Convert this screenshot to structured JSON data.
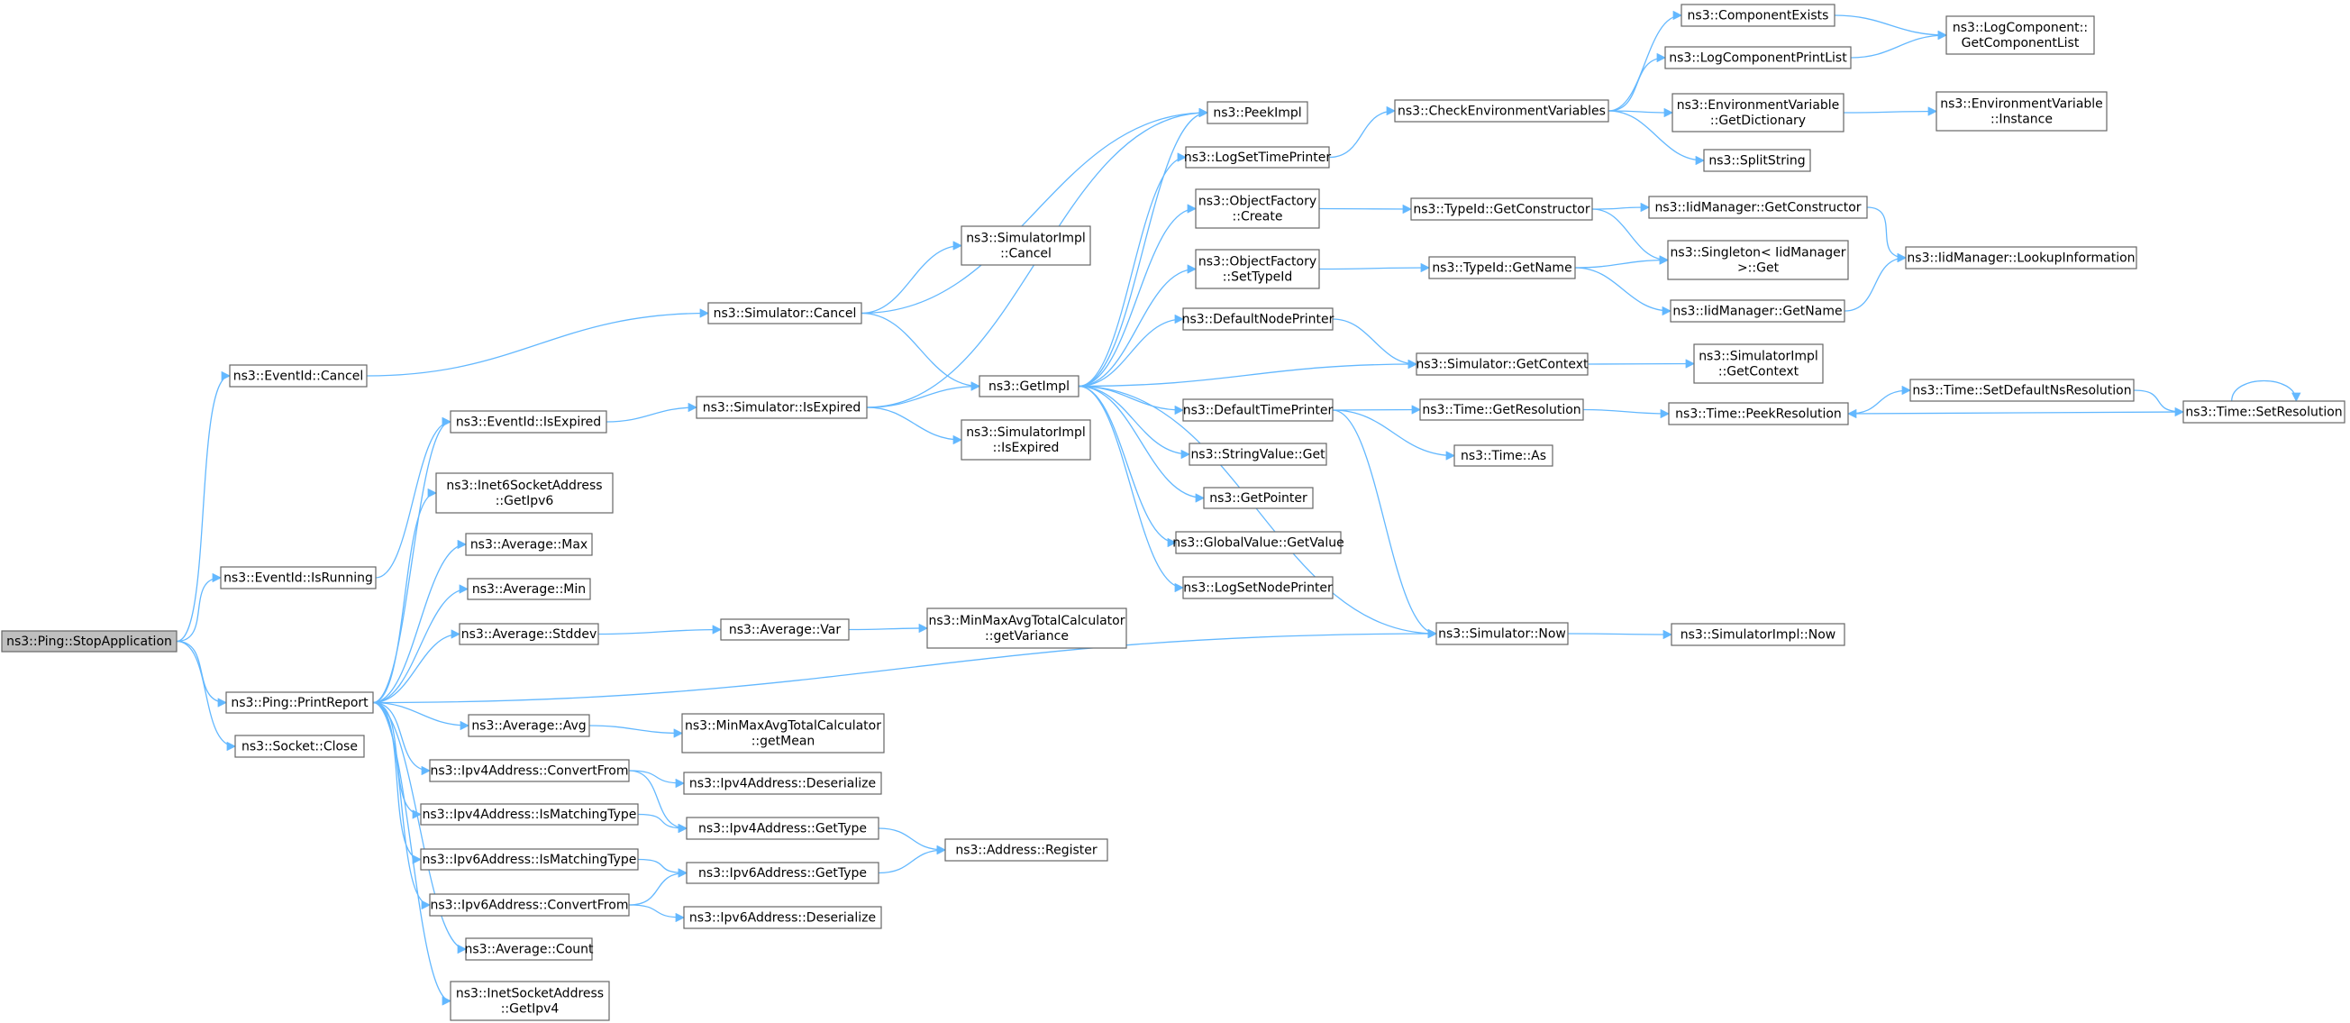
{
  "diagram": {
    "nodes": {
      "stopapp": {
        "lines": [
          "ns3::Ping::StopApplication"
        ],
        "root": true
      },
      "evcancel": {
        "lines": [
          "ns3::EventId::Cancel"
        ]
      },
      "evisrunning": {
        "lines": [
          "ns3::EventId::IsRunning"
        ]
      },
      "printreport": {
        "lines": [
          "ns3::Ping::PrintReport"
        ]
      },
      "sockclose": {
        "lines": [
          "ns3::Socket::Close"
        ]
      },
      "simcancel": {
        "lines": [
          "ns3::Simulator::Cancel"
        ]
      },
      "evisexpired": {
        "lines": [
          "ns3::EventId::IsExpired"
        ]
      },
      "inet6getipv6": {
        "lines": [
          "ns3::Inet6SocketAddress",
          "::GetIpv6"
        ]
      },
      "avgmax": {
        "lines": [
          "ns3::Average::Max"
        ]
      },
      "avgmin": {
        "lines": [
          "ns3::Average::Min"
        ]
      },
      "avgstddev": {
        "lines": [
          "ns3::Average::Stddev"
        ]
      },
      "avgavg": {
        "lines": [
          "ns3::Average::Avg"
        ]
      },
      "ipv4convert": {
        "lines": [
          "ns3::Ipv4Address::ConvertFrom"
        ]
      },
      "ipv4matching": {
        "lines": [
          "ns3::Ipv4Address::IsMatchingType"
        ]
      },
      "ipv6matching": {
        "lines": [
          "ns3::Ipv6Address::IsMatchingType"
        ]
      },
      "ipv6convert": {
        "lines": [
          "ns3::Ipv6Address::ConvertFrom"
        ]
      },
      "avgcount": {
        "lines": [
          "ns3::Average::Count"
        ]
      },
      "inetgetipv4": {
        "lines": [
          "ns3::InetSocketAddress",
          "::GetIpv4"
        ]
      },
      "simimplcancel": {
        "lines": [
          "ns3::SimulatorImpl",
          "::Cancel"
        ]
      },
      "simisexpired": {
        "lines": [
          "ns3::Simulator::IsExpired"
        ]
      },
      "avgvar": {
        "lines": [
          "ns3::Average::Var"
        ]
      },
      "minmaxgetmean": {
        "lines": [
          "ns3::MinMaxAvgTotalCalculator",
          "::getMean"
        ]
      },
      "ipv4deser": {
        "lines": [
          "ns3::Ipv4Address::Deserialize"
        ]
      },
      "ipv4gettype": {
        "lines": [
          "ns3::Ipv4Address::GetType"
        ]
      },
      "ipv6gettype": {
        "lines": [
          "ns3::Ipv6Address::GetType"
        ]
      },
      "ipv6deser": {
        "lines": [
          "ns3::Ipv6Address::Deserialize"
        ]
      },
      "getimpl": {
        "lines": [
          "ns3::GetImpl"
        ]
      },
      "simimplisexpired": {
        "lines": [
          "ns3::SimulatorImpl",
          "::IsExpired"
        ]
      },
      "minmaxgetvar": {
        "lines": [
          "ns3::MinMaxAvgTotalCalculator",
          "::getVariance"
        ]
      },
      "addrregister": {
        "lines": [
          "ns3::Address::Register"
        ]
      },
      "peekimpl": {
        "lines": [
          "ns3::PeekImpl"
        ]
      },
      "logsettimeprinter": {
        "lines": [
          "ns3::LogSetTimePrinter"
        ]
      },
      "objfactcreate": {
        "lines": [
          "ns3::ObjectFactory",
          "::Create"
        ]
      },
      "objfactsettypeid": {
        "lines": [
          "ns3::ObjectFactory",
          "::SetTypeId"
        ]
      },
      "defnodeprinter": {
        "lines": [
          "ns3::DefaultNodePrinter"
        ]
      },
      "deftimeprinter": {
        "lines": [
          "ns3::DefaultTimePrinter"
        ]
      },
      "strvalget": {
        "lines": [
          "ns3::StringValue::Get"
        ]
      },
      "getpointer": {
        "lines": [
          "ns3::GetPointer"
        ]
      },
      "globalvalget": {
        "lines": [
          "ns3::GlobalValue::GetValue"
        ]
      },
      "logsetnodeprinter": {
        "lines": [
          "ns3::LogSetNodePrinter"
        ]
      },
      "checkenv": {
        "lines": [
          "ns3::CheckEnvironmentVariables"
        ]
      },
      "typeidgetctor": {
        "lines": [
          "ns3::TypeId::GetConstructor"
        ]
      },
      "typeidgetname": {
        "lines": [
          "ns3::TypeId::GetName"
        ]
      },
      "simgetcontext": {
        "lines": [
          "ns3::Simulator::GetContext"
        ]
      },
      "timegetres": {
        "lines": [
          "ns3::Time::GetResolution"
        ]
      },
      "timeas": {
        "lines": [
          "ns3::Time::As"
        ]
      },
      "simnow": {
        "lines": [
          "ns3::Simulator::Now"
        ]
      },
      "compexists": {
        "lines": [
          "ns3::ComponentExists"
        ]
      },
      "logcompprintlist": {
        "lines": [
          "ns3::LogComponentPrintList"
        ]
      },
      "envvargetdict": {
        "lines": [
          "ns3::EnvironmentVariable",
          "::GetDictionary"
        ]
      },
      "splitstring": {
        "lines": [
          "ns3::SplitString"
        ]
      },
      "iidmgrgetctor": {
        "lines": [
          "ns3::IidManager::GetConstructor"
        ]
      },
      "singletonget": {
        "lines": [
          "ns3::Singleton< IidManager",
          " >::Get"
        ]
      },
      "iidmgrgetname": {
        "lines": [
          "ns3::IidManager::GetName"
        ]
      },
      "simimplgetcontext": {
        "lines": [
          "ns3::SimulatorImpl",
          "::GetContext"
        ]
      },
      "timepeekres": {
        "lines": [
          "ns3::Time::PeekResolution"
        ]
      },
      "simimplnow": {
        "lines": [
          "ns3::SimulatorImpl::Now"
        ]
      },
      "logcompgetlist": {
        "lines": [
          "ns3::LogComponent::",
          "GetComponentList"
        ]
      },
      "envvarinstance": {
        "lines": [
          "ns3::EnvironmentVariable",
          "::Instance"
        ]
      },
      "iidmgrlookup": {
        "lines": [
          "ns3::IidManager::LookupInformation"
        ]
      },
      "timesetdefres": {
        "lines": [
          "ns3::Time::SetDefaultNsResolution"
        ]
      },
      "timesetres": {
        "lines": [
          "ns3::Time::SetResolution"
        ]
      }
    },
    "edges": [
      [
        "stopapp",
        "evcancel"
      ],
      [
        "stopapp",
        "evisrunning"
      ],
      [
        "stopapp",
        "printreport"
      ],
      [
        "stopapp",
        "sockclose"
      ],
      [
        "evcancel",
        "simcancel"
      ],
      [
        "evisrunning",
        "evisexpired"
      ],
      [
        "printreport",
        "evisexpired"
      ],
      [
        "printreport",
        "inet6getipv6"
      ],
      [
        "printreport",
        "avgmax"
      ],
      [
        "printreport",
        "avgmin"
      ],
      [
        "printreport",
        "avgstddev"
      ],
      [
        "printreport",
        "avgavg"
      ],
      [
        "printreport",
        "ipv4convert"
      ],
      [
        "printreport",
        "ipv4matching"
      ],
      [
        "printreport",
        "ipv6matching"
      ],
      [
        "printreport",
        "ipv6convert"
      ],
      [
        "printreport",
        "avgcount"
      ],
      [
        "printreport",
        "inetgetipv4"
      ],
      [
        "printreport",
        "simnow"
      ],
      [
        "simcancel",
        "simimplcancel"
      ],
      [
        "simcancel",
        "getimpl"
      ],
      [
        "simcancel",
        "peekimpl"
      ],
      [
        "evisexpired",
        "simisexpired"
      ],
      [
        "simisexpired",
        "getimpl"
      ],
      [
        "simisexpired",
        "simimplisexpired"
      ],
      [
        "simisexpired",
        "peekimpl"
      ],
      [
        "avgstddev",
        "avgvar"
      ],
      [
        "avgvar",
        "minmaxgetvar"
      ],
      [
        "avgavg",
        "minmaxgetmean"
      ],
      [
        "ipv4convert",
        "ipv4deser"
      ],
      [
        "ipv4convert",
        "ipv4gettype"
      ],
      [
        "ipv4matching",
        "ipv4gettype"
      ],
      [
        "ipv6matching",
        "ipv6gettype"
      ],
      [
        "ipv6convert",
        "ipv6gettype"
      ],
      [
        "ipv6convert",
        "ipv6deser"
      ],
      [
        "ipv4gettype",
        "addrregister"
      ],
      [
        "ipv6gettype",
        "addrregister"
      ],
      [
        "getimpl",
        "peekimpl"
      ],
      [
        "getimpl",
        "logsettimeprinter"
      ],
      [
        "getimpl",
        "objfactcreate"
      ],
      [
        "getimpl",
        "objfactsettypeid"
      ],
      [
        "getimpl",
        "defnodeprinter"
      ],
      [
        "getimpl",
        "simgetcontext"
      ],
      [
        "getimpl",
        "deftimeprinter"
      ],
      [
        "getimpl",
        "strvalget"
      ],
      [
        "getimpl",
        "getpointer"
      ],
      [
        "getimpl",
        "globalvalget"
      ],
      [
        "getimpl",
        "logsetnodeprinter"
      ],
      [
        "getimpl",
        "simnow"
      ],
      [
        "logsettimeprinter",
        "checkenv"
      ],
      [
        "checkenv",
        "compexists"
      ],
      [
        "checkenv",
        "logcompprintlist"
      ],
      [
        "checkenv",
        "envvargetdict"
      ],
      [
        "checkenv",
        "splitstring"
      ],
      [
        "compexists",
        "logcompgetlist"
      ],
      [
        "logcompprintlist",
        "logcompgetlist"
      ],
      [
        "envvargetdict",
        "envvarinstance"
      ],
      [
        "objfactcreate",
        "typeidgetctor"
      ],
      [
        "objfactsettypeid",
        "typeidgetname"
      ],
      [
        "typeidgetctor",
        "iidmgrgetctor"
      ],
      [
        "typeidgetctor",
        "singletonget"
      ],
      [
        "typeidgetname",
        "singletonget"
      ],
      [
        "typeidgetname",
        "iidmgrgetname"
      ],
      [
        "iidmgrgetctor",
        "iidmgrlookup"
      ],
      [
        "iidmgrgetname",
        "iidmgrlookup"
      ],
      [
        "defnodeprinter",
        "simgetcontext"
      ],
      [
        "simgetcontext",
        "simimplgetcontext"
      ],
      [
        "deftimeprinter",
        "timegetres"
      ],
      [
        "deftimeprinter",
        "timeas"
      ],
      [
        "deftimeprinter",
        "simnow"
      ],
      [
        "timegetres",
        "timepeekres"
      ],
      [
        "timepeekres",
        "timesetdefres"
      ],
      [
        "timesetdefres",
        "timesetres"
      ],
      [
        "timesetres",
        "timepeekres"
      ],
      [
        "timesetres",
        "timesetres"
      ],
      [
        "simnow",
        "simimplnow"
      ]
    ]
  }
}
